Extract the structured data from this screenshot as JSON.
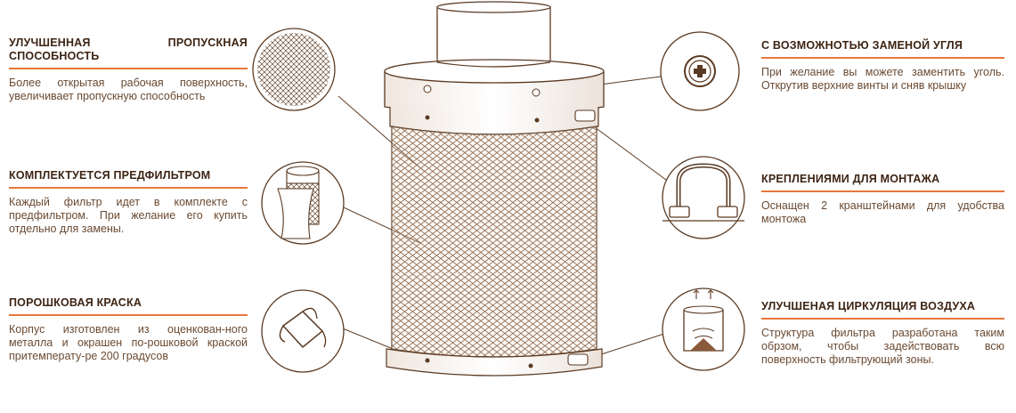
{
  "features": {
    "capacity": {
      "title": "УЛУЧШЕННАЯ ПРОПУСКНАЯ СПОСОБНОСТЬ",
      "text": "Более открытая рабочая поверхность, увеличивает пропускную способность"
    },
    "prefilter": {
      "title": "КОМПЛЕКТУЕТСЯ ПРЕДФИЛЬТРОМ",
      "text": "Каждый фильтр идет в комплекте с предфильтром. При желание его купить отдельно для замены."
    },
    "paint": {
      "title": "ПОРОШКОВАЯ КРАСКА",
      "text": "Корпус изготовлен из оценкован-ного металла и окрашен по-рошковой краской притемперату-ре 200 градусов"
    },
    "carbon": {
      "title": "С ВОЗМОЖНОТЬЮ ЗАМЕНОЙ УГЛЯ",
      "text": "При желание вы можете заментить уголь. Открутив верхние винты и сняв крышку"
    },
    "mount": {
      "title": "КРЕПЛЕНИЯМИ ДЛЯ МОНТАЖА",
      "text": "Оснащен 2 кранштейнами для удобства монтожа"
    },
    "airflow": {
      "title": "УЛУЧШЕНАЯ ЦИРКУЛЯЦИЯ ВОЗДУХА",
      "text": "Структура фильтра разработана таким обрзом, чтобы задействовать всю поверхность фильтрующий зоны."
    }
  },
  "colors": {
    "accent": "#e8773a",
    "line": "#5a3a22",
    "text": "#6a4a32"
  },
  "icons": [
    "mesh-icon",
    "prefilter-icon",
    "paint-bucket-icon",
    "screw-icon",
    "bracket-icon",
    "airflow-icon"
  ]
}
